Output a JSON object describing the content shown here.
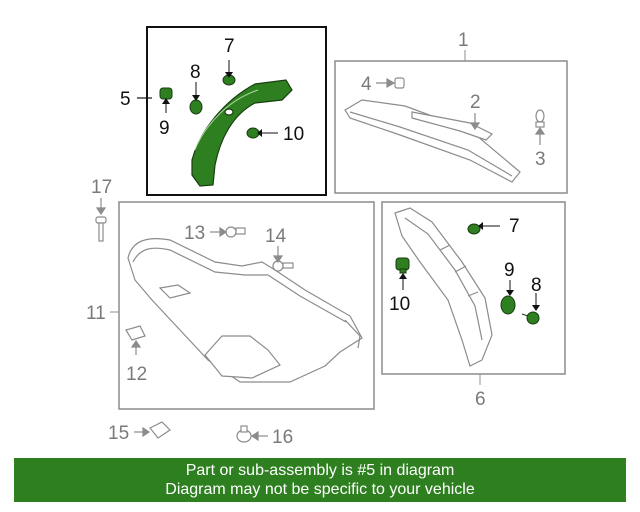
{
  "diagram": {
    "callouts": {
      "c1": "1",
      "c2": "2",
      "c3": "3",
      "c4": "4",
      "c5": "5",
      "c7_top": "7",
      "c8_top": "8",
      "c9_top": "9",
      "c10_top": "10",
      "c6": "6",
      "c7_right": "7",
      "c8_right": "8",
      "c9_right": "9",
      "c10_right": "10",
      "c11": "11",
      "c12": "12",
      "c13": "13",
      "c14": "14",
      "c15": "15",
      "c16": "16",
      "c17": "17"
    },
    "colors": {
      "highlight_part": "#2d7f1f",
      "line_grey": "#8c8c8c",
      "frame_dark": "#111111",
      "banner_bg": "#2d7f1f"
    }
  },
  "banner": {
    "line1": "Part or sub-assembly is #5 in diagram",
    "line2": "Diagram may not be specific to your vehicle"
  }
}
